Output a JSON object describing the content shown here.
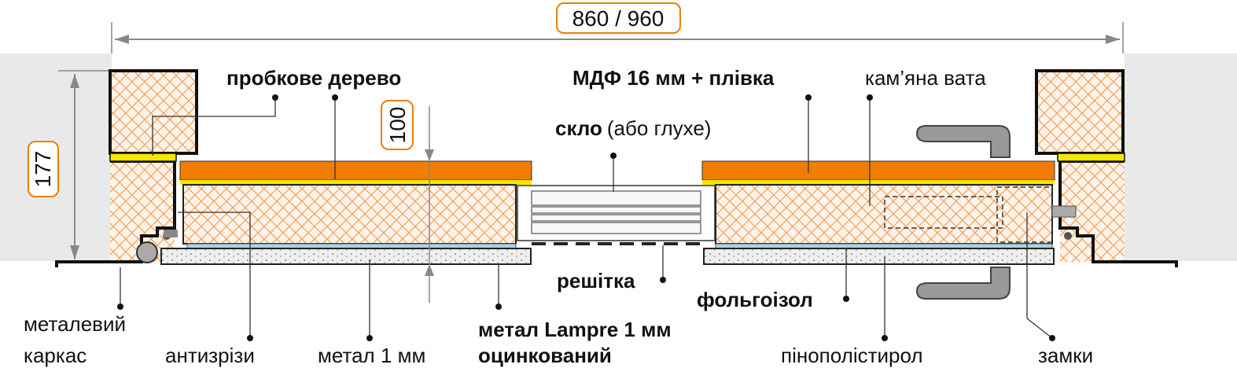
{
  "dimensions": {
    "width_label": "860 / 960",
    "height_label": "177",
    "depth_label": "100"
  },
  "labels": {
    "cork_wood": "пробкове дерево",
    "mdf": "МДФ 16 мм + плівка",
    "stone_wool": "кам’яна вата",
    "glass_bold": "скло",
    "glass_alt": "(або глухе)",
    "grille": "решітка",
    "foil_insulation": "фольгоізол",
    "metal_frame_1": "металевий",
    "metal_frame_2": "каркас",
    "anti_cut": "антизрізи",
    "metal_1mm": "метал 1 мм",
    "metal_lampre_1": "метал Lampre 1 мм",
    "metal_lampre_2": "оцинкований",
    "polystyrene": "пінополістирол",
    "locks": "замки"
  },
  "colors": {
    "mdf_orange": "#f07d00",
    "insulation_hatch": "#f4a060",
    "foil_blue": "#a9d3e6",
    "frame_fill": "#fdeee0",
    "yellow_seal": "#f6e600",
    "wall_gray": "#e8e8e8",
    "dimension_box": "#f07d00"
  }
}
